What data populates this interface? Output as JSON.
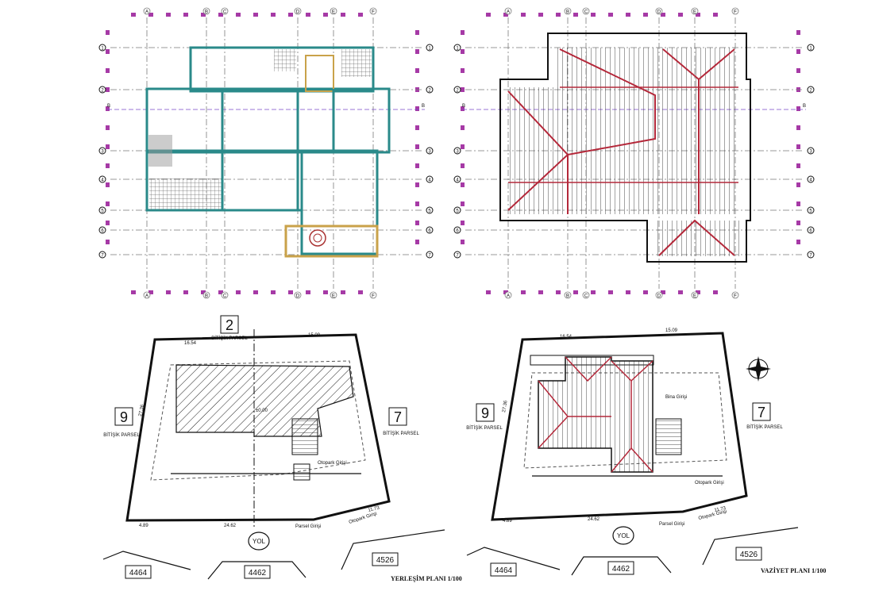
{
  "grid": {
    "columns": [
      "A",
      "B",
      "C",
      "D",
      "E",
      "F"
    ],
    "rows": [
      "1",
      "2",
      "3",
      "4",
      "5",
      "6",
      "7"
    ],
    "section_marker": "B"
  },
  "plans": {
    "yerlesim": {
      "title": "YERLEŞİM PLANI 1/100",
      "north_parcel": "2",
      "west_parcel": "9",
      "east_parcel": "7",
      "parcel_label": "BİTİŞİK PARSEL",
      "dim_top": "16.54",
      "dim_top_right": "15.09",
      "dim_left": "27.36",
      "dim_bottom_left": "4.89",
      "dim_bottom": "24.62",
      "dim_bottom_right": "11.73",
      "road": "YOL",
      "parking_entry_right": "Otopark Girişi",
      "parking_entry_bottom": "Otopark Girişi",
      "parcel_entry": "Parsel Girişi",
      "kot": "±0.00"
    },
    "vaziyet": {
      "title": "VAZİYET PLANI 1/100",
      "west_parcel": "9",
      "east_parcel": "7",
      "parcel_label": "BİTİŞİK PARSEL",
      "dim_top": "16.54",
      "dim_top_right": "15.09",
      "dim_left": "27.36",
      "dim_bottom_left": "4.89",
      "dim_bottom": "24.62",
      "dim_bottom_right": "11.73",
      "road": "YOL",
      "parking_entry_right": "Otopark Girişi",
      "parking_entry_bottom": "Otopark Girişi",
      "parcel_entry": "Parsel Girişi",
      "bina_girisi": "Bina Girişi"
    }
  },
  "neighbor_parcels": [
    "4464",
    "4462",
    "4526"
  ],
  "colors": {
    "line": "#111111",
    "grid": "#7a7a7a",
    "axis": "#8a2a8a",
    "magenta": "#a63aa6",
    "wall": "#2a8a8a",
    "roof": "#b4283a",
    "gold": "#c9a24a"
  }
}
